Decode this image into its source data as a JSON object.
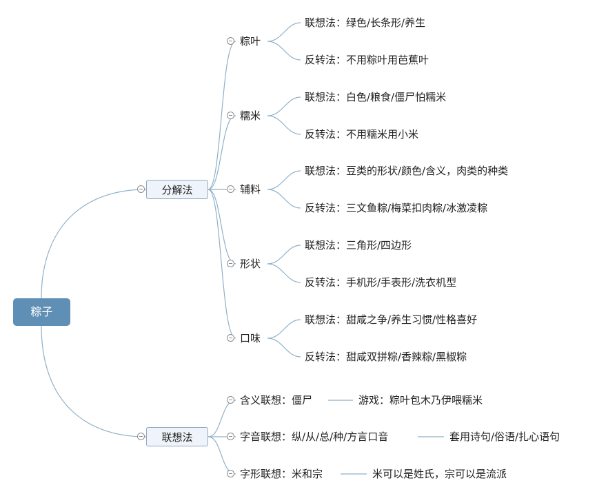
{
  "mindmap": {
    "root": "粽子",
    "branches": [
      {
        "label": "分解法",
        "children": [
          {
            "label": "粽叶",
            "children": [
              "联想法：绿色/长条形/养生",
              "反转法：不用粽叶用芭蕉叶"
            ]
          },
          {
            "label": "糯米",
            "children": [
              "联想法：白色/粮食/僵尸怕糯米",
              "反转法：不用糯米用小米"
            ]
          },
          {
            "label": "辅料",
            "children": [
              "联想法：豆类的形状/颜色/含义，肉类的种类",
              "反转法：三文鱼粽/梅菜扣肉粽/冰激凌粽"
            ]
          },
          {
            "label": "形状",
            "children": [
              "联想法：三角形/四边形",
              "反转法：手机形/手表形/洗衣机型"
            ]
          },
          {
            "label": "口味",
            "children": [
              "联想法：甜咸之争/养生习惯/性格喜好",
              "反转法：甜咸双拼粽/香辣粽/黑椒粽"
            ]
          }
        ]
      },
      {
        "label": "联想法",
        "children": [
          {
            "label": "含义联想：僵尸",
            "note": "游戏：粽叶包木乃伊喂糯米"
          },
          {
            "label": "字音联想：纵/从/总/种/方言口音",
            "note": "套用诗句/俗语/扎心语句"
          },
          {
            "label": "字形联想：米和宗",
            "note": "米可以是姓氏，宗可以是流派"
          }
        ]
      }
    ]
  },
  "colors": {
    "line": "#8fb0c8",
    "root_fill": "#5f8fb4",
    "box_fill": "#eef4f9",
    "box_border": "#8fa9bf"
  }
}
